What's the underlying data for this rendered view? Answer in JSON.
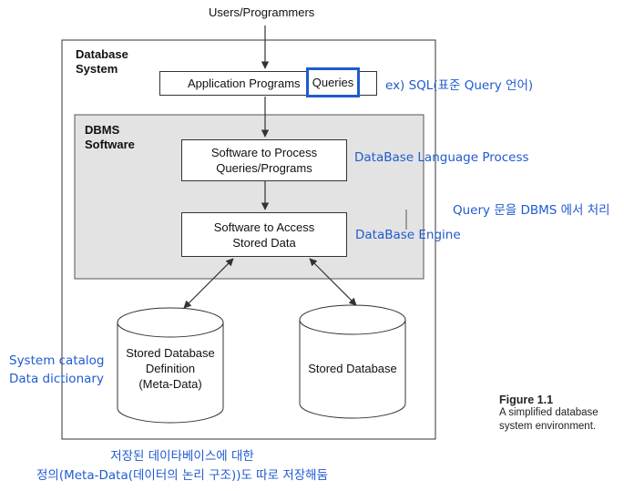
{
  "top_label": "Users/Programmers",
  "database_system_label": [
    "Database",
    "System"
  ],
  "dbms_software_label": [
    "DBMS",
    "Software"
  ],
  "app_programs": "Application Programs",
  "queries": "Queries",
  "process_box": [
    "Software to Process",
    "Queries/Programs"
  ],
  "access_box": [
    "Software to Access",
    "Stored Data"
  ],
  "meta_cylinder": [
    "Stored Database",
    "Definition",
    "(Meta-Data)"
  ],
  "db_cylinder": "Stored Database",
  "annotations": {
    "sql_note": "ex) SQL(표준 Query 언어)",
    "language_process": "DataBase Language Process",
    "query_dbms": "Query 문을 DBMS 에서 처리",
    "engine": "DataBase Engine",
    "catalog": [
      "System catalog",
      "Data dictionary"
    ],
    "meta_note": [
      "저장된 데이타베이스에 대한",
      "정의(Meta-Data(데이터의 논리 구조))도 따로 저장해둠"
    ]
  },
  "figure": {
    "title": "Figure 1.1",
    "caption": [
      "A simplified database",
      "system environment."
    ]
  },
  "colors": {
    "highlight_box": "#1f5bd1",
    "dbms_panel": "#e3e3e3",
    "annotation_text": "#1f5bd1"
  }
}
